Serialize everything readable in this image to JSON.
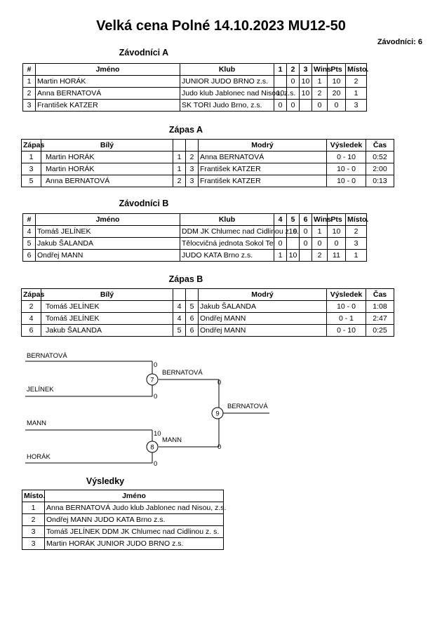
{
  "title": "Velká cena Polné 14.10.2023 MU12-50",
  "competitor_count": "Závodníci: 6",
  "pool_a": {
    "heading": "Závodníci A",
    "headers": [
      "#",
      "Jméno",
      "Klub",
      "1",
      "2",
      "3",
      "Wins",
      "Pts",
      "Místo."
    ],
    "rows": [
      {
        "no": "1",
        "name": "Martin HORÁK",
        "club": "JUNIOR JUDO BRNO z.s.",
        "s1": "",
        "s2": "0",
        "s3": "10",
        "wins": "1",
        "pts": "10",
        "place": "2"
      },
      {
        "no": "2",
        "name": "Anna BERNATOVÁ",
        "club": "Judo klub Jablonec nad Nisou, z.s.",
        "s1": "10",
        "s2": "",
        "s3": "10",
        "wins": "2",
        "pts": "20",
        "place": "1"
      },
      {
        "no": "3",
        "name": "František KATZER",
        "club": "SK TORI Judo Brno, z.s.",
        "s1": "0",
        "s2": "0",
        "s3": "",
        "wins": "0",
        "pts": "0",
        "place": "3"
      }
    ]
  },
  "matches_a": {
    "heading": "Zápas A",
    "headers": [
      "Zápas",
      "Bílý",
      "",
      "",
      "Modrý",
      "Výsledek",
      "Čas"
    ],
    "rows": [
      {
        "no": "1",
        "white": "Martin HORÁK",
        "wn": "1",
        "bn": "2",
        "blue": "Anna BERNATOVÁ",
        "result": "0 - 10",
        "time": "0:52"
      },
      {
        "no": "3",
        "white": "Martin HORÁK",
        "wn": "1",
        "bn": "3",
        "blue": "František KATZER",
        "result": "10 - 0",
        "time": "2:00"
      },
      {
        "no": "5",
        "white": "Anna BERNATOVÁ",
        "wn": "2",
        "bn": "3",
        "blue": "František KATZER",
        "result": "10 - 0",
        "time": "0:13"
      }
    ]
  },
  "pool_b": {
    "heading": "Závodníci B",
    "headers": [
      "#",
      "Jméno",
      "Klub",
      "4",
      "5",
      "6",
      "Wins",
      "Pts",
      "Místo."
    ],
    "rows": [
      {
        "no": "4",
        "name": "Tomáš JELÍNEK",
        "club": "DDM JK Chlumec nad Cidlinou z. s.",
        "s1": "",
        "s2": "10",
        "s3": "0",
        "wins": "1",
        "pts": "10",
        "place": "2"
      },
      {
        "no": "5",
        "name": "Jakub ŠALANDA",
        "club": "Tělocvičná jednota Sokol Tel",
        "s1": "0",
        "s2": "",
        "s3": "0",
        "wins": "0",
        "pts": "0",
        "place": "3"
      },
      {
        "no": "6",
        "name": "Ondřej MANN",
        "club": "JUDO KATA Brno z.s.",
        "s1": "1",
        "s2": "10",
        "s3": "",
        "wins": "2",
        "pts": "11",
        "place": "1"
      }
    ]
  },
  "matches_b": {
    "heading": "Zápas B",
    "headers": [
      "Zápas",
      "Bílý",
      "",
      "",
      "Modrý",
      "Výsledek",
      "Čas"
    ],
    "rows": [
      {
        "no": "2",
        "white": "Tomáš JELÍNEK",
        "wn": "4",
        "bn": "5",
        "blue": "Jakub ŠALANDA",
        "result": "10 - 0",
        "time": "1:08"
      },
      {
        "no": "4",
        "white": "Tomáš JELÍNEK",
        "wn": "4",
        "bn": "6",
        "blue": "Ondřej MANN",
        "result": "0 - 1",
        "time": "2:47"
      },
      {
        "no": "6",
        "white": "Jakub ŠALANDA",
        "wn": "5",
        "bn": "6",
        "blue": "Ondřej MANN",
        "result": "0 - 10",
        "time": "0:25"
      }
    ]
  },
  "bracket": {
    "sf1_top": "BERNATOVÁ",
    "sf1_top_score": "0",
    "sf1_bottom": "JELÍNEK",
    "sf1_bottom_score": "0",
    "sf1_no": "7",
    "sf1_winner": "BERNATOVÁ",
    "sf1_winner_score": "0",
    "sf2_top": "MANN",
    "sf2_top_score": "10",
    "sf2_bottom": "HORÁK",
    "sf2_bottom_score": "0",
    "sf2_no": "8",
    "sf2_winner": "MANN",
    "sf2_winner_score": "0",
    "final_no": "9",
    "final_winner": "BERNATOVÁ"
  },
  "results": {
    "heading": "Výsledky",
    "headers": [
      "Místo.",
      "Jméno"
    ],
    "rows": [
      {
        "place": "1",
        "name": "Anna BERNATOVÁ Judo klub Jablonec nad Nisou, z.s."
      },
      {
        "place": "2",
        "name": "Ondřej MANN JUDO KATA Brno z.s."
      },
      {
        "place": "3",
        "name": "Tomáš JELÍNEK DDM JK Chlumec nad Cidlinou z. s."
      },
      {
        "place": "3",
        "name": "Martin HORÁK JUNIOR JUDO BRNO z.s."
      }
    ]
  }
}
